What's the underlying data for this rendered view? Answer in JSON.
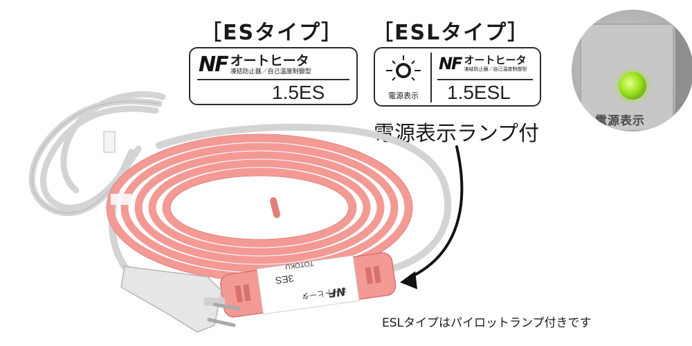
{
  "es": {
    "title": "［ESタイプ］",
    "brand_logo": "NF",
    "brand_name": "オートヒータ",
    "brand_sub": "凍結防止器／自己温度制御型",
    "model": "1.5ES"
  },
  "esl": {
    "title": "［ESLタイプ］",
    "lamp_label": "電源表示",
    "brand_logo": "NF",
    "brand_name": "オートヒータ",
    "brand_sub": "凍結防止器／自己温度制御型",
    "model": "1.5ESL",
    "caption": "電源表示ランプ付"
  },
  "inset": {
    "label": "電源表示",
    "led_color": "#9be21c"
  },
  "product": {
    "cord_color": "#d8d8d8",
    "heater_color": "#f39a95",
    "tag_brand": "TOTOKU",
    "tag_model": "3ES",
    "tag_logo": "NF",
    "tag_name": "オートヒータ"
  },
  "note": "ESLタイプはパイロットランプ付きです"
}
